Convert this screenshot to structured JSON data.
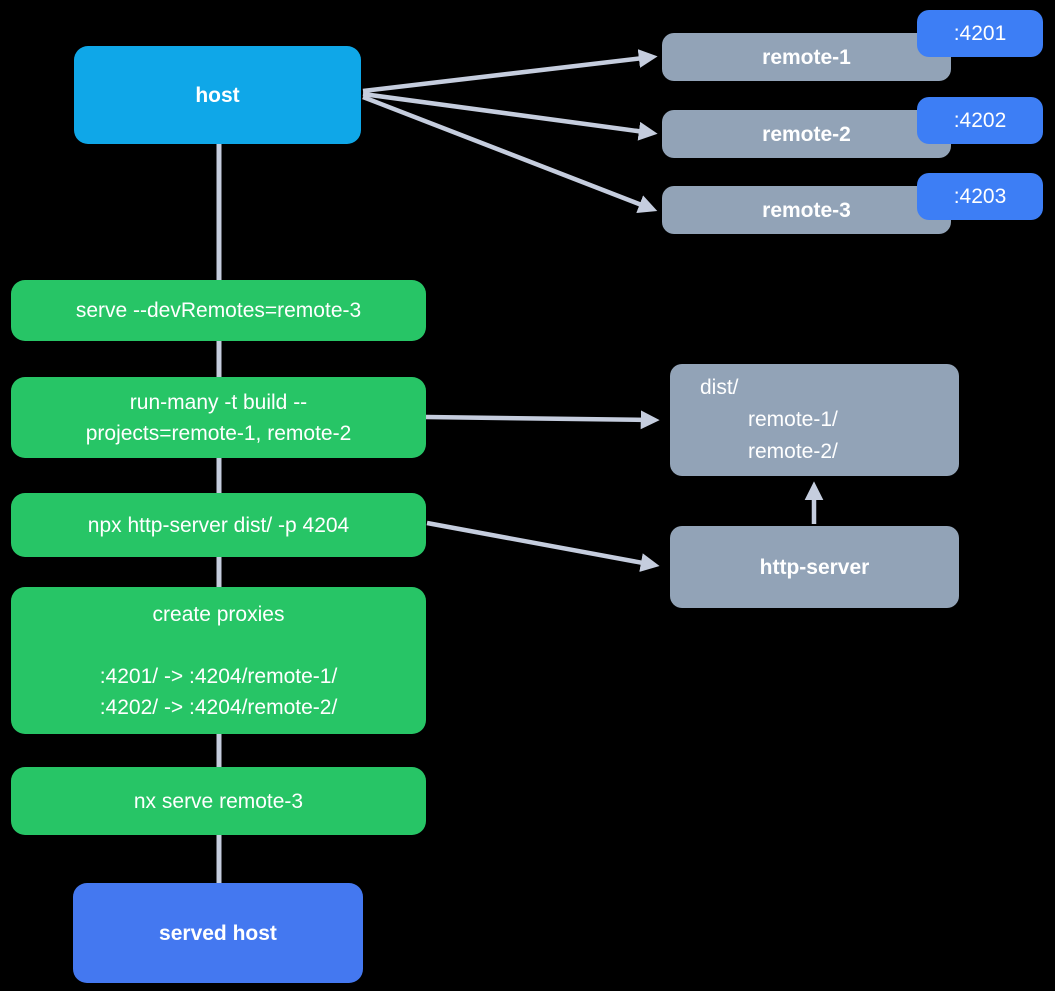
{
  "colors": {
    "background": "#000000",
    "host": "#0fa7e8",
    "remote": "#92a3b7",
    "badge": "#3d7ef5",
    "command": "#27c566",
    "served_host": "#4478f0",
    "connector": "#c5cdde",
    "text": "#ffffff"
  },
  "nodes": {
    "host": {
      "label": "host"
    },
    "remotes": [
      {
        "label": "remote-1",
        "port": ":4201"
      },
      {
        "label": "remote-2",
        "port": ":4202"
      },
      {
        "label": "remote-3",
        "port": ":4203"
      }
    ],
    "commands": [
      {
        "id": "serve",
        "lines": [
          "serve --devRemotes=remote-3"
        ]
      },
      {
        "id": "run-many",
        "lines": [
          "run-many -t build --",
          "projects=remote-1, remote-2"
        ]
      },
      {
        "id": "http-server-cmd",
        "lines": [
          "npx http-server dist/ -p 4204"
        ]
      },
      {
        "id": "create-proxies",
        "lines": [
          "create proxies",
          "",
          ":4201/ -> :4204/remote-1/",
          ":4202/ -> :4204/remote-2/"
        ]
      },
      {
        "id": "nx-serve",
        "lines": [
          "nx serve remote-3"
        ]
      }
    ],
    "dist": {
      "lines": [
        "dist/",
        "remote-1/",
        "remote-2/"
      ]
    },
    "http_server": {
      "label": "http-server"
    },
    "served_host": {
      "label": "served host"
    }
  }
}
